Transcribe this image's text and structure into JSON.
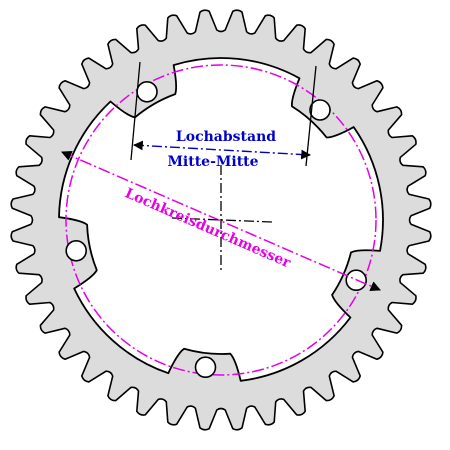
{
  "labels": {
    "bolt_spacing_line1": "Lochabstand",
    "bolt_spacing_line2": "Mitte-Mitte",
    "bolt_circle_diameter": "Lochkreisdurchmesser"
  },
  "colors": {
    "ring_fill": "#dcdcdc",
    "outline": "#000000",
    "bolt_circle": "#e600e6",
    "spacing_dim": "#0000cc",
    "center_mark": "#000000"
  },
  "chainring": {
    "tooth_count": 40,
    "bolt_count": 5
  }
}
